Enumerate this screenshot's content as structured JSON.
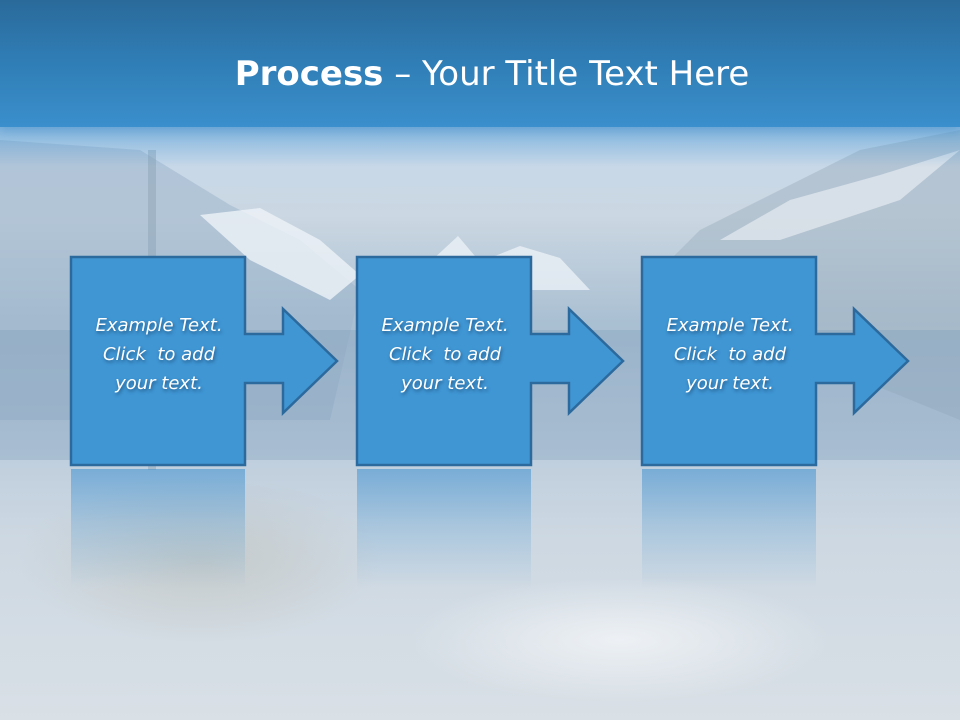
{
  "slide": {
    "title_bold": "Process",
    "title_rest": " – Your Title Text Here",
    "colors": {
      "header_top": "#2a6a9a",
      "header_bottom": "#3a8fcc",
      "shape_fill": "#3f96d3",
      "shape_border": "#2c6a9e",
      "text": "#ffffff"
    }
  },
  "steps": [
    {
      "text": "Example Text.\nClick  to add\nyour text.",
      "line1": "Example Text.",
      "line2": "Click  to add",
      "line3": "your text."
    },
    {
      "text": "Example Text.\nClick  to add\nyour text.",
      "line1": "Example Text.",
      "line2": "Click  to add",
      "line3": "your text."
    },
    {
      "text": "Example Text.\nClick  to add\nyour text.",
      "line1": "Example Text.",
      "line2": "Click  to add",
      "line3": "your text."
    }
  ]
}
